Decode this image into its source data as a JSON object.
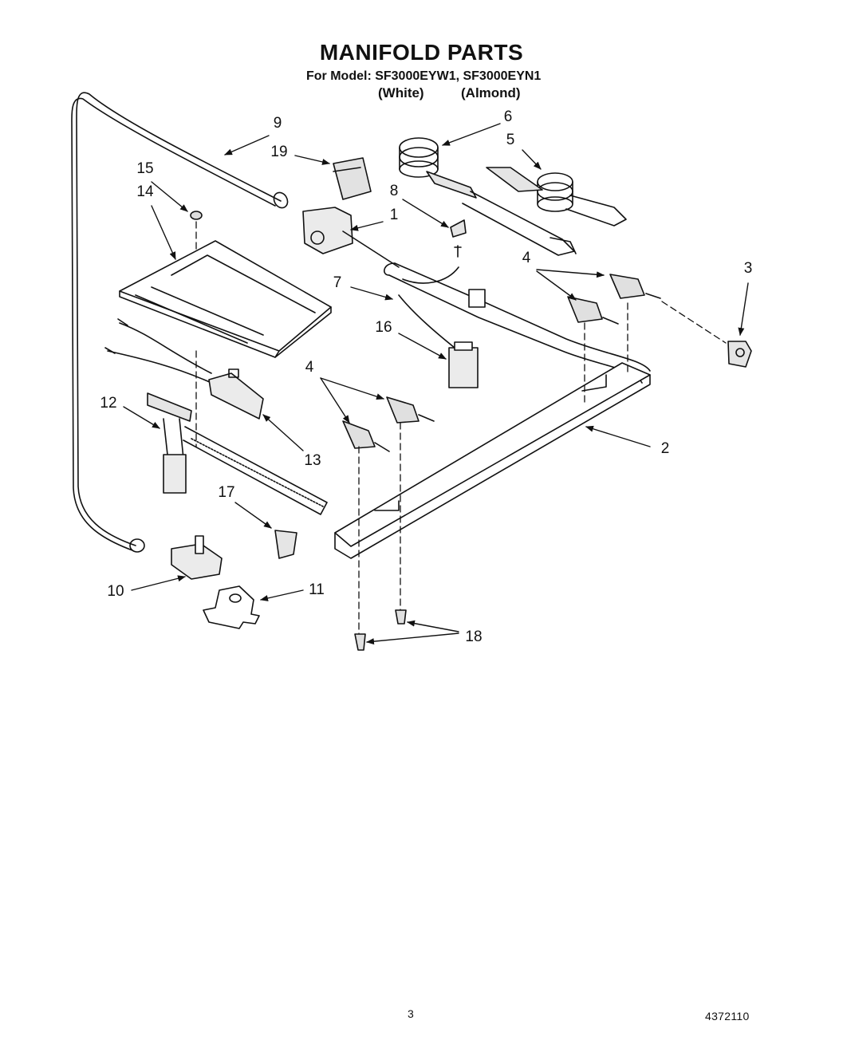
{
  "title": "MANIFOLD PARTS",
  "model_line": "For Model: SF3000EYW1, SF3000EYN1",
  "variants": [
    "(White)",
    "(Almond)"
  ],
  "callouts": {
    "p1": "1",
    "p2": "2",
    "p3": "3",
    "p4a": "4",
    "p4b": "4",
    "p5": "5",
    "p6": "6",
    "p7": "7",
    "p8": "8",
    "p9": "9",
    "p10": "10",
    "p11": "11",
    "p12": "12",
    "p13": "13",
    "p14": "14",
    "p15": "15",
    "p16": "16",
    "p17": "17",
    "p18": "18",
    "p19": "19"
  },
  "footer": {
    "page_number": "3",
    "document_number": "4372110"
  },
  "colors": {
    "ink": "#111111",
    "paper": "#ffffff",
    "shade": "#d9d9d9"
  }
}
